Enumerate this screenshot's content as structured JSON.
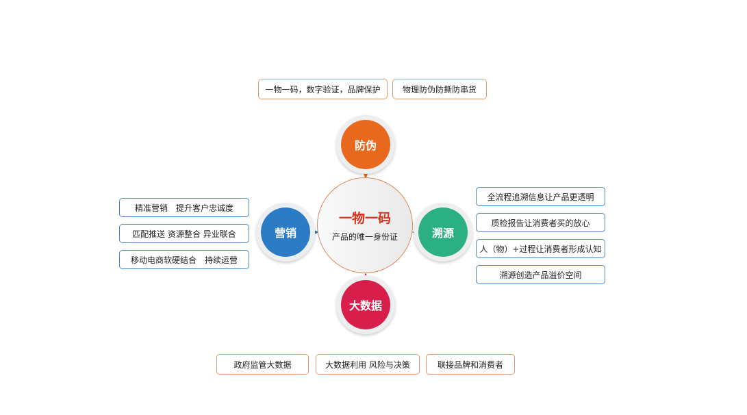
{
  "center": {
    "title": "一物一码",
    "subtitle": "产品的唯一身份证"
  },
  "nodes": {
    "anti_counterfeit": "防伪",
    "marketing": "营销",
    "traceability": "溯源",
    "big_data": "大数据"
  },
  "top_boxes": [
    "一物一码，数字验证，品牌保护",
    "物理防伪防撕防串货"
  ],
  "left_boxes": [
    "精准营销　提升客户忠诚度",
    "匹配推送 资源整合 异业联合",
    "移动电商软硬结合　持续运营"
  ],
  "right_boxes": [
    "全流程追溯信息让产品更透明",
    "质检报告让消费者买的放心",
    "人（物）+过程让消费者形成认知",
    "溯源创造产品溢价空间"
  ],
  "bottom_boxes": [
    "政府监管大数据",
    "大数据利用 风险与决策",
    "联接品牌和消费者"
  ],
  "colors": {
    "orange": "#e8691e",
    "blue": "#2b7cc4",
    "green": "#2bb083",
    "red": "#d81e4a"
  }
}
